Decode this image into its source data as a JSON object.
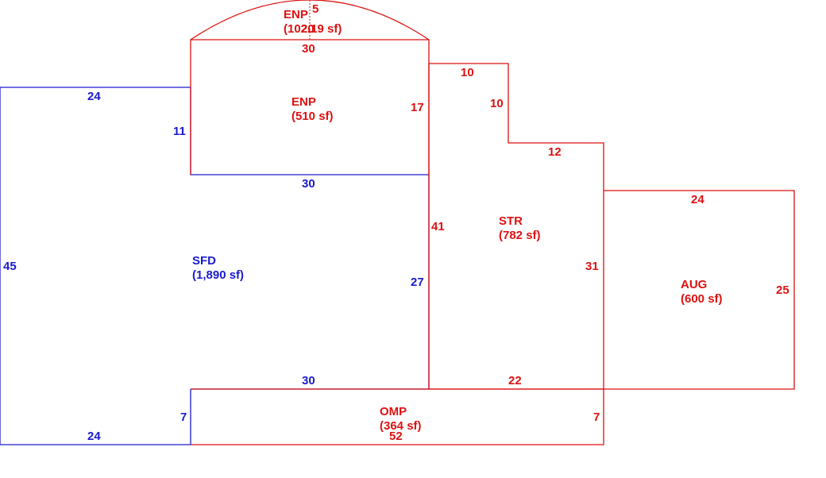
{
  "colors": {
    "living": "#1a1acc",
    "other": "#dd1111",
    "background": "#ffffff"
  },
  "areas": {
    "sfd": {
      "code": "SFD",
      "area": "(1,890 sf)"
    },
    "enp_main": {
      "code": "ENP",
      "area": "(510 sf)"
    },
    "enp_arc": {
      "code": "ENP",
      "area": "(102.19 sf)"
    },
    "str": {
      "code": "STR",
      "area": "(782 sf)"
    },
    "aug": {
      "code": "AUG",
      "area": "(600 sf)"
    },
    "omp": {
      "code": "OMP",
      "area": "(364 sf)"
    }
  },
  "dims": {
    "sfd_top": "24",
    "sfd_left": "45",
    "sfd_notch": "11",
    "sfd_mid": "30",
    "sfd_right": "27",
    "sfd_lower_top": "30",
    "sfd_step": "7",
    "sfd_bottom": "24",
    "enp_arc_rise": "5",
    "enp_arc_chord": "20",
    "enp_top": "30",
    "enp_right": "17",
    "str_top": "10",
    "str_step": "10",
    "str_step_top": "12",
    "str_left": "41",
    "str_right": "31",
    "str_bottom": "22",
    "aug_top": "24",
    "aug_right": "25",
    "omp_right": "7",
    "omp_bottom": "52"
  }
}
